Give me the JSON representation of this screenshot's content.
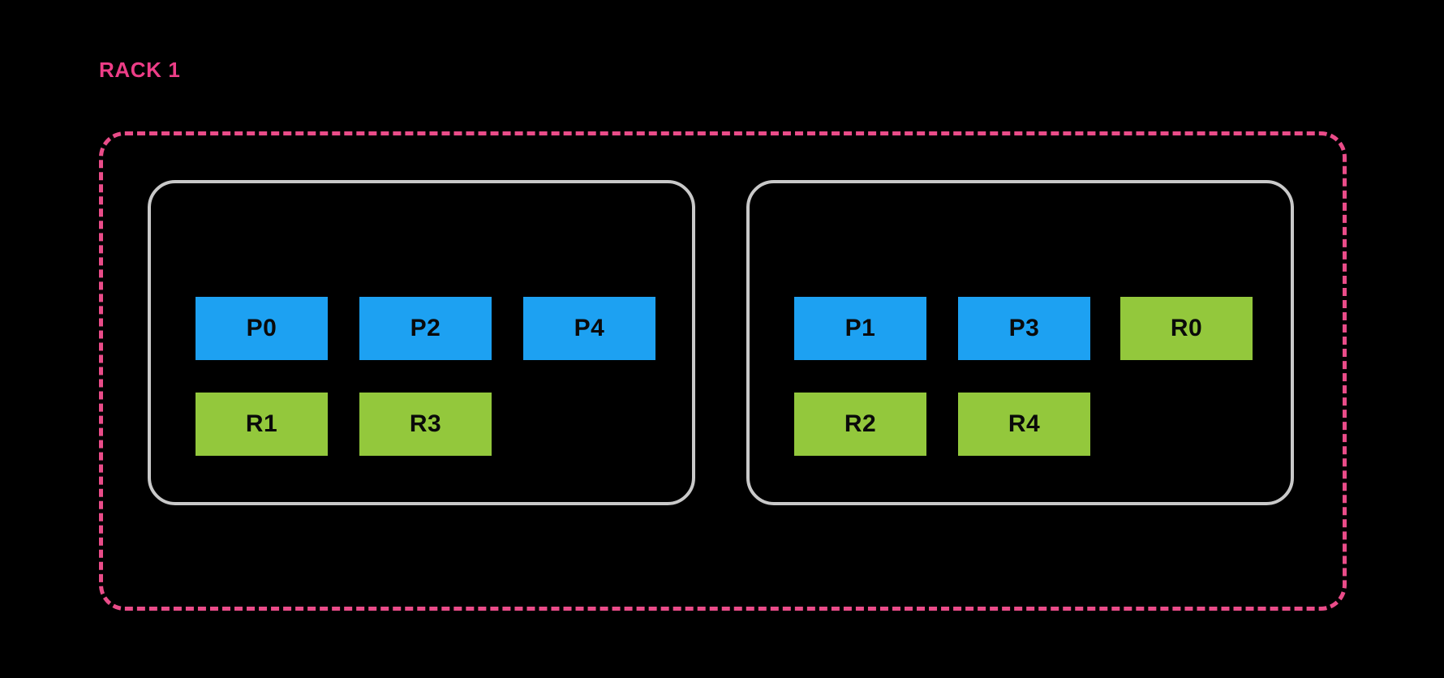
{
  "diagram": {
    "title": "RACK 1",
    "background_color": "#000000",
    "rack": {
      "label": "RACK 1",
      "border_color": "#EA4C89",
      "border_style": "dashed"
    },
    "legend_colors": {
      "primary": "#1DA1F2",
      "replica": "#93C83C",
      "node_border": "#C9C9C9",
      "rack_border": "#EA4C89",
      "label_text": "#ED3D87"
    },
    "nodes": [
      {
        "name": "node-0",
        "rows": [
          {
            "name": "primary-row",
            "cells": [
              {
                "label": "P0",
                "kind": "primary"
              },
              {
                "label": "P2",
                "kind": "primary"
              },
              {
                "label": "P4",
                "kind": "primary"
              }
            ]
          },
          {
            "name": "replica-row",
            "cells": [
              {
                "label": "R1",
                "kind": "replica"
              },
              {
                "label": "R3",
                "kind": "replica"
              }
            ]
          }
        ]
      },
      {
        "name": "node-1",
        "rows": [
          {
            "name": "primary-row",
            "cells": [
              {
                "label": "P1",
                "kind": "primary"
              },
              {
                "label": "P3",
                "kind": "primary"
              },
              {
                "label": "R0",
                "kind": "replica"
              }
            ]
          },
          {
            "name": "replica-row",
            "cells": [
              {
                "label": "R2",
                "kind": "replica"
              },
              {
                "label": "R4",
                "kind": "replica"
              }
            ]
          }
        ]
      }
    ]
  }
}
